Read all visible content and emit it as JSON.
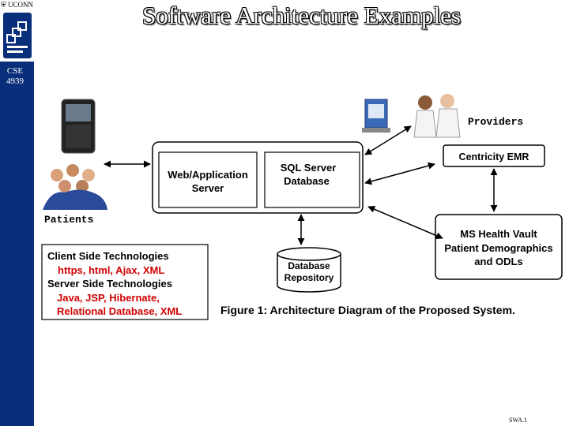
{
  "slide": {
    "title": "Software Architecture Examples",
    "org": "UCONN",
    "course": [
      "CSE",
      "4939"
    ],
    "footer": "SWA.1"
  },
  "diagram": {
    "server_box": {
      "left_label": [
        "Web/Application",
        "Server"
      ],
      "right_label": [
        "SQL Server",
        "Database"
      ]
    },
    "database_repository": [
      "Database",
      "Repository"
    ],
    "patients_label": "Patients",
    "providers_label": "Providers",
    "emr_label": "Centricity EMR",
    "vault_label": [
      "MS Health Vault",
      "Patient Demographics",
      "and ODLs"
    ],
    "technologies": {
      "client_heading": "Client Side Technologies",
      "client_items": "https, html, Ajax, XML",
      "server_heading": "Server Side Technologies",
      "server_items": [
        "Java, JSP, Hibernate,",
        "Relational Database, XML"
      ],
      "item_color": "#d00000"
    },
    "caption": "Figure 1: Architecture Diagram of the Proposed System."
  },
  "colors": {
    "sidebar": "#0a2f7a"
  }
}
